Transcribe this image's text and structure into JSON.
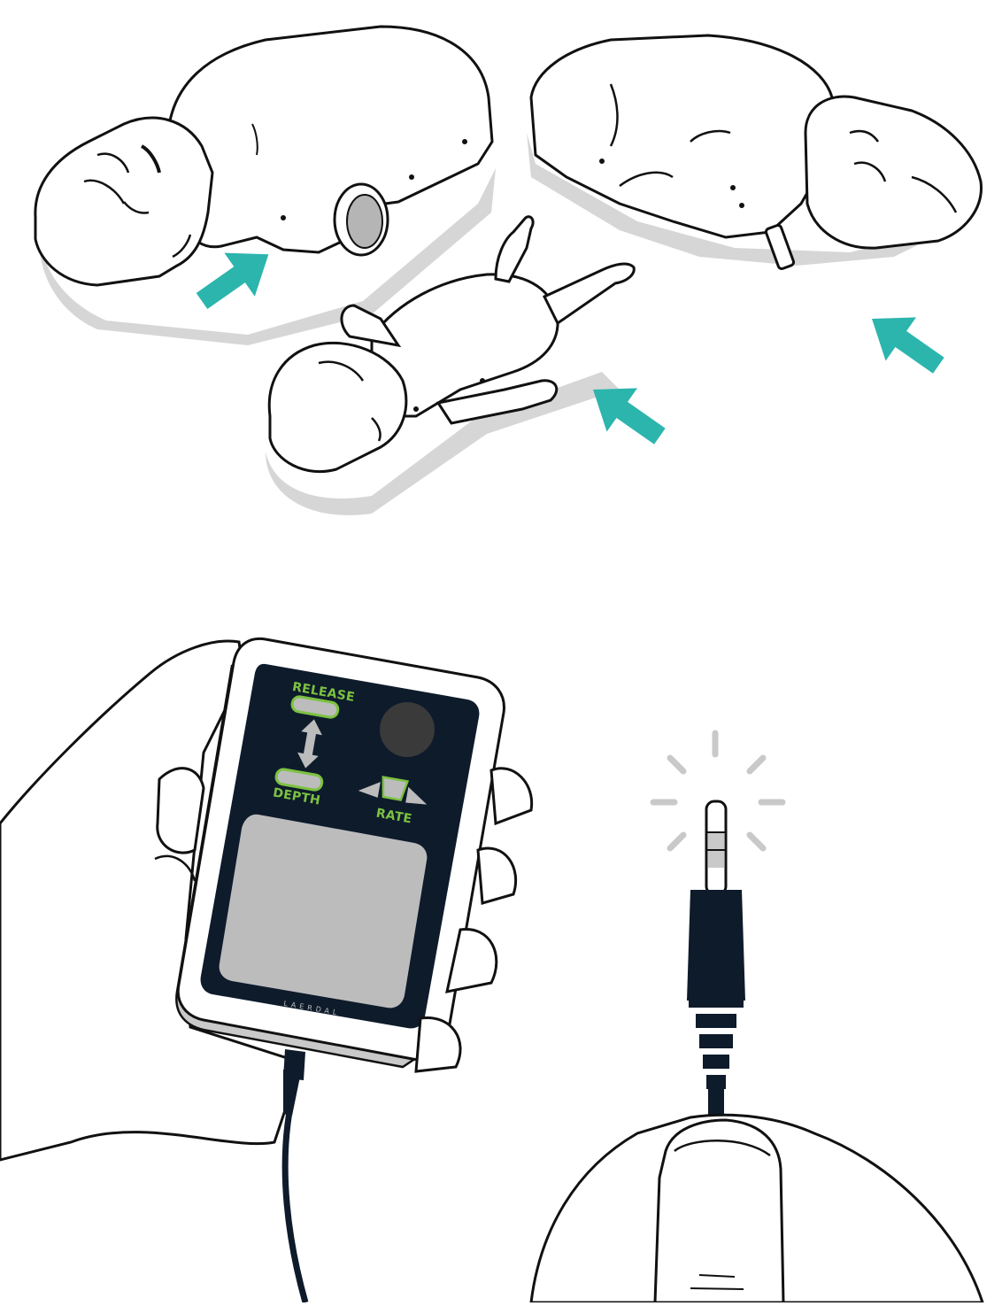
{
  "device": {
    "release_label": "RELEASE",
    "depth_label": "DEPTH",
    "rate_label": "RATE",
    "brand": "LAERDAL"
  },
  "colors": {
    "arrow": "#2bb5ad",
    "indicator_green": "#7cc241",
    "panel_dark": "#0e1b2b",
    "screen_gray": "#bcbcbd",
    "shadow": "#cfcfcf",
    "spark": "#c9c9c9"
  },
  "icons": [
    "connect-arrow-icon",
    "updown-arrow-icon",
    "spark-icon"
  ]
}
